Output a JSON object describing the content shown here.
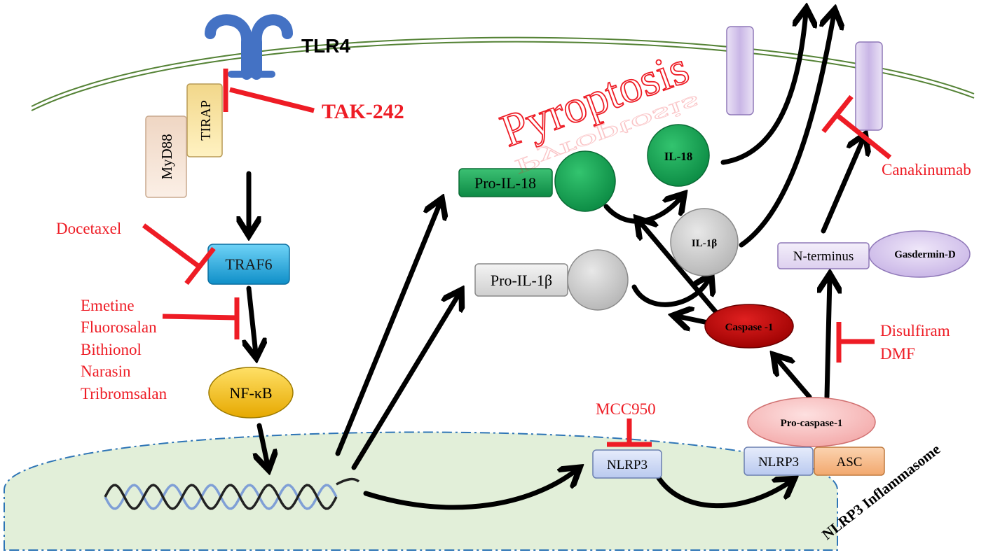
{
  "receptor": {
    "label": "TLR4"
  },
  "adaptors": {
    "tirap": "TIRAP",
    "myd88": "MyD88"
  },
  "signaling": {
    "traf6": "TRAF6",
    "nfkb": "NF-κB"
  },
  "cytokines": {
    "pro_il18": "Pro-IL-18",
    "pro_il1b": "Pro-IL-1β",
    "il18": "IL-18",
    "il1b": "IL-1β"
  },
  "caspase": {
    "caspase1": "Caspase -1",
    "procaspase1": "Pro-caspase-1"
  },
  "gasdermin": {
    "n_terminus": "N-terminus",
    "gasdermin_d": "Gasdermin-D"
  },
  "inflammasome": {
    "nlrp3_free": "NLRP3",
    "nlrp3": "NLRP3",
    "asc": "ASC",
    "label": "NLRP3 Inflammasome"
  },
  "process": {
    "pyroptosis": "Pyroptosis"
  },
  "inhibitors": {
    "tak242": "TAK-242",
    "docetaxel": "Docetaxel",
    "nfkb_group": [
      "Emetine",
      "Fluorosalan",
      "Bithionol",
      "Narasin",
      "Tribromsalan"
    ],
    "mcc950": "MCC950",
    "gsdmd_group": [
      "Disulfiram",
      "DMF"
    ],
    "canakinumab": "Canakinumab"
  },
  "colors": {
    "inhibitor": "#ee1c25",
    "il18_green": "#10a050",
    "il1b_gray": "#c8c8c8",
    "caspase_red": "#c00000",
    "traf6_blue": "#1ea7e1",
    "nfkb_yellow": "#ffc000",
    "receptor_blue": "#4472c4",
    "nucleus_fill": "#e2efd9"
  }
}
